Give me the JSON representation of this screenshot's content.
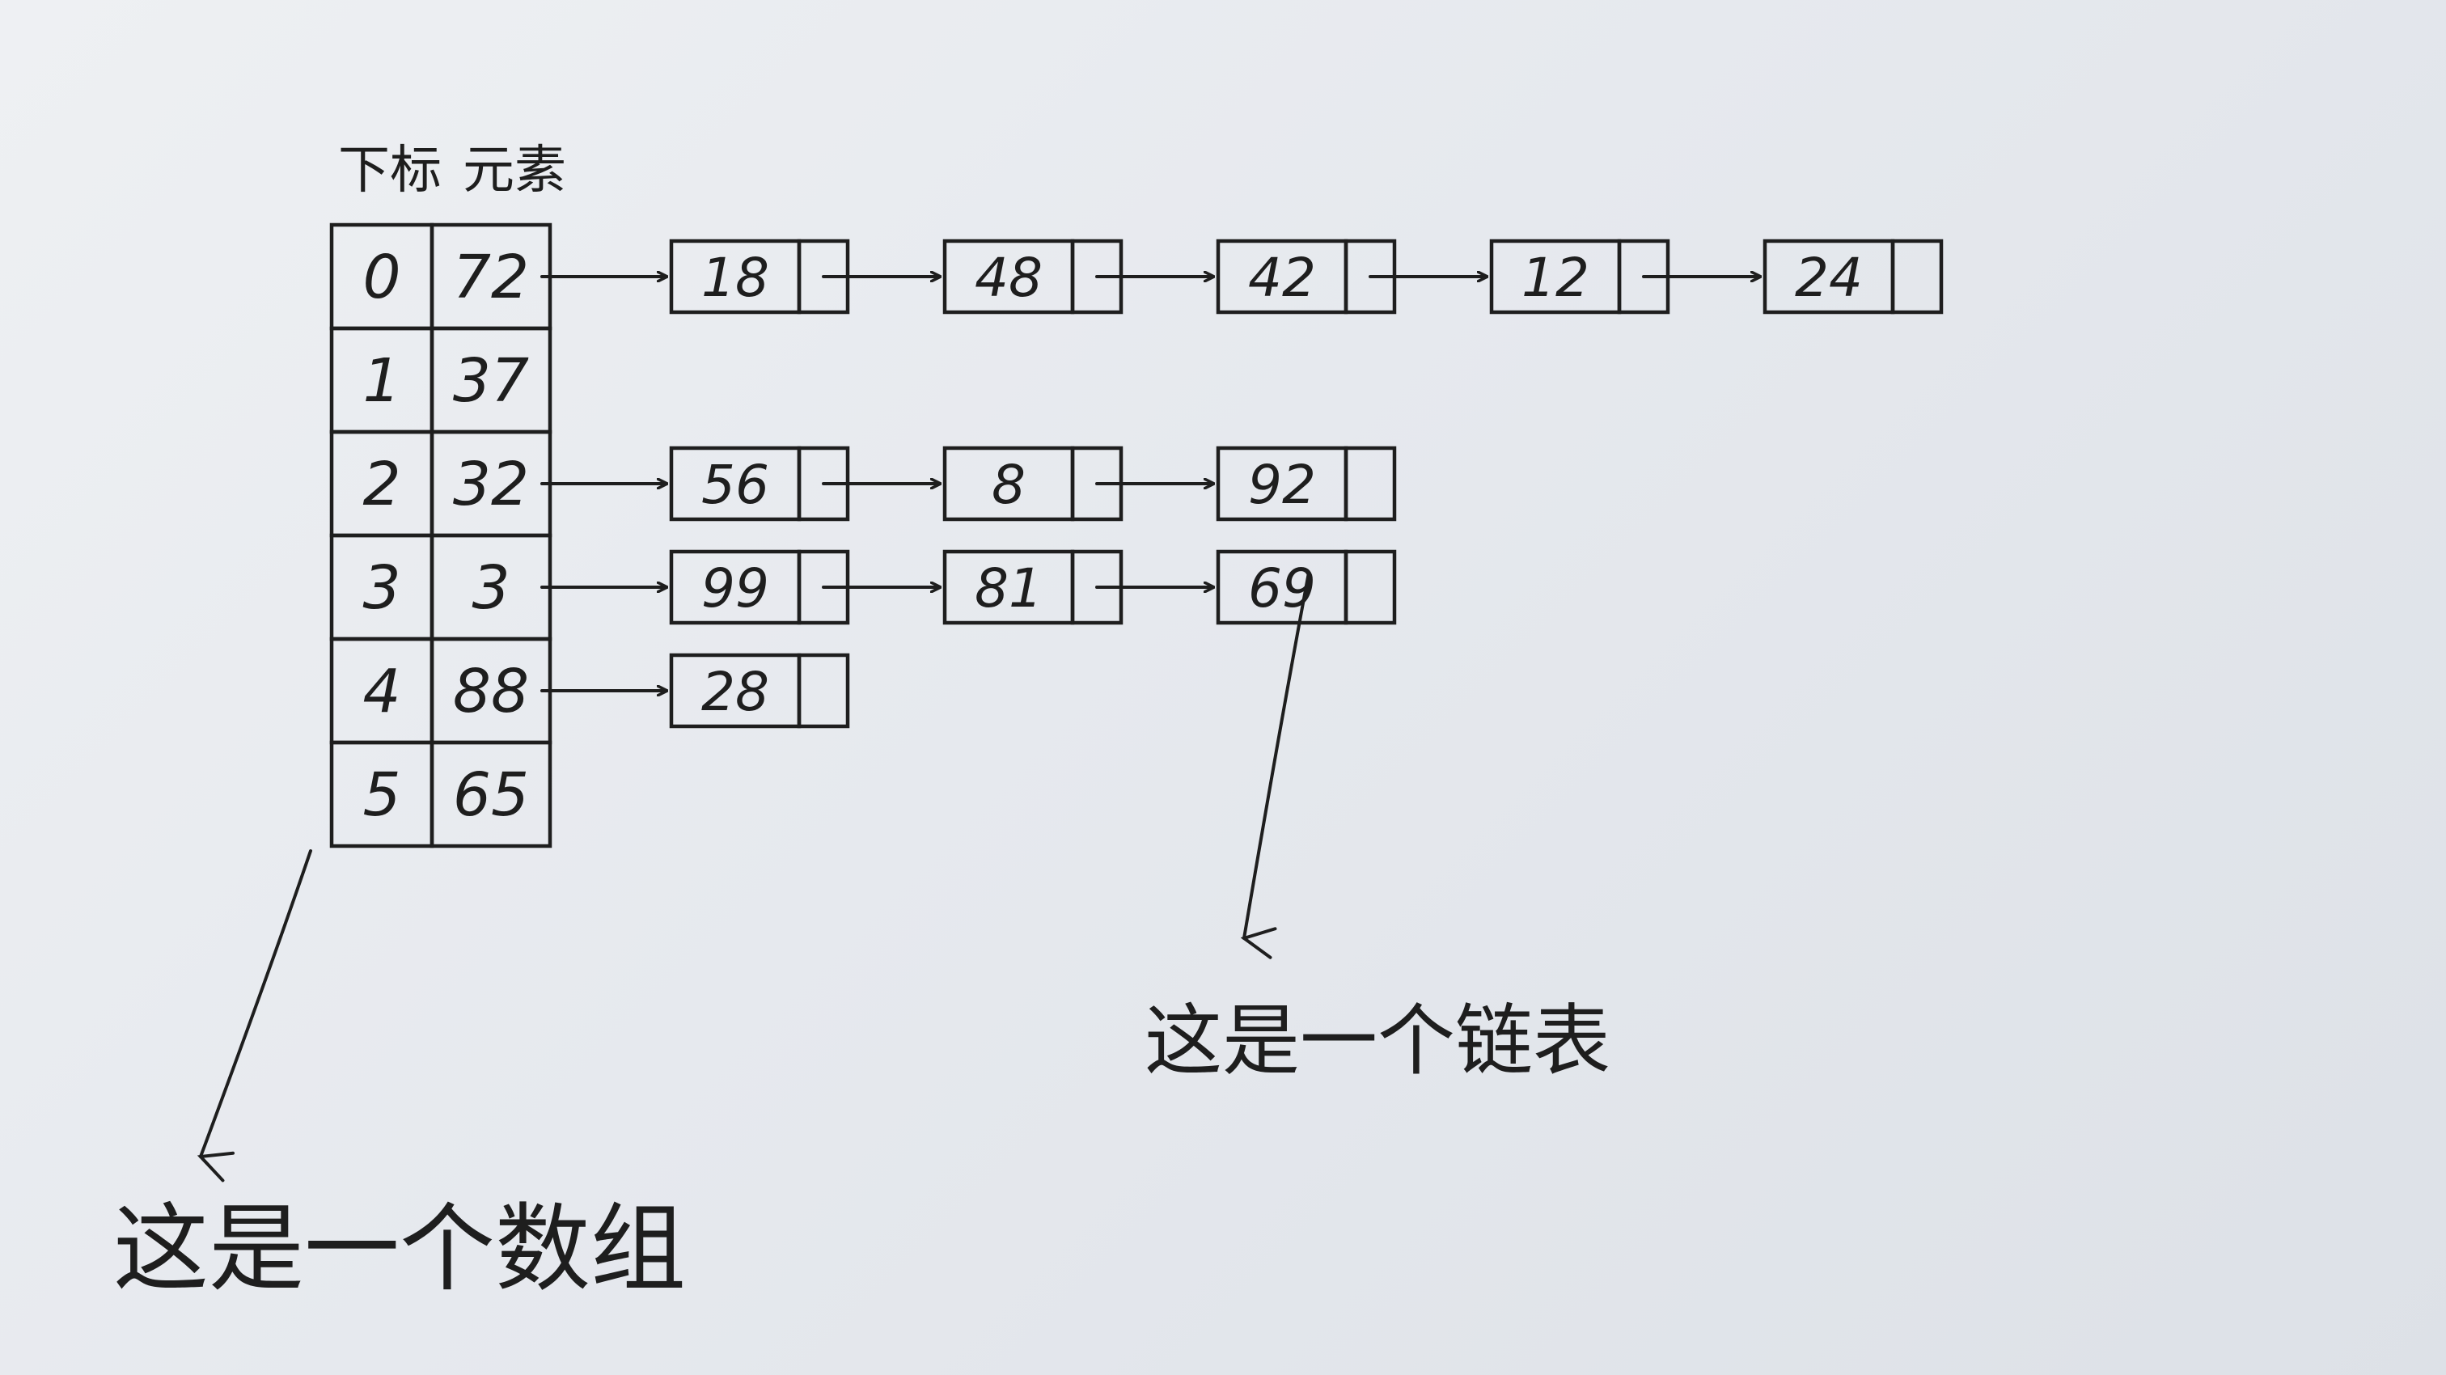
{
  "header": {
    "index_label": "下标",
    "element_label": "元素"
  },
  "array": {
    "rows": [
      {
        "index": "0",
        "value": "72"
      },
      {
        "index": "1",
        "value": "37"
      },
      {
        "index": "2",
        "value": "32"
      },
      {
        "index": "3",
        "value": "3"
      },
      {
        "index": "4",
        "value": "88"
      },
      {
        "index": "5",
        "value": "65"
      }
    ]
  },
  "chains": [
    {
      "row": 0,
      "nodes": [
        "18",
        "48",
        "42",
        "12",
        "24"
      ]
    },
    {
      "row": 2,
      "nodes": [
        "56",
        "8",
        "92"
      ]
    },
    {
      "row": 3,
      "nodes": [
        "99",
        "81",
        "69"
      ]
    },
    {
      "row": 4,
      "nodes": [
        "28"
      ]
    }
  ],
  "annotations": {
    "array_note": "这是一个数组",
    "list_note": "这是一个链表"
  },
  "colors": {
    "ink": "#1e1e1e",
    "paper": "#e8ebef"
  }
}
